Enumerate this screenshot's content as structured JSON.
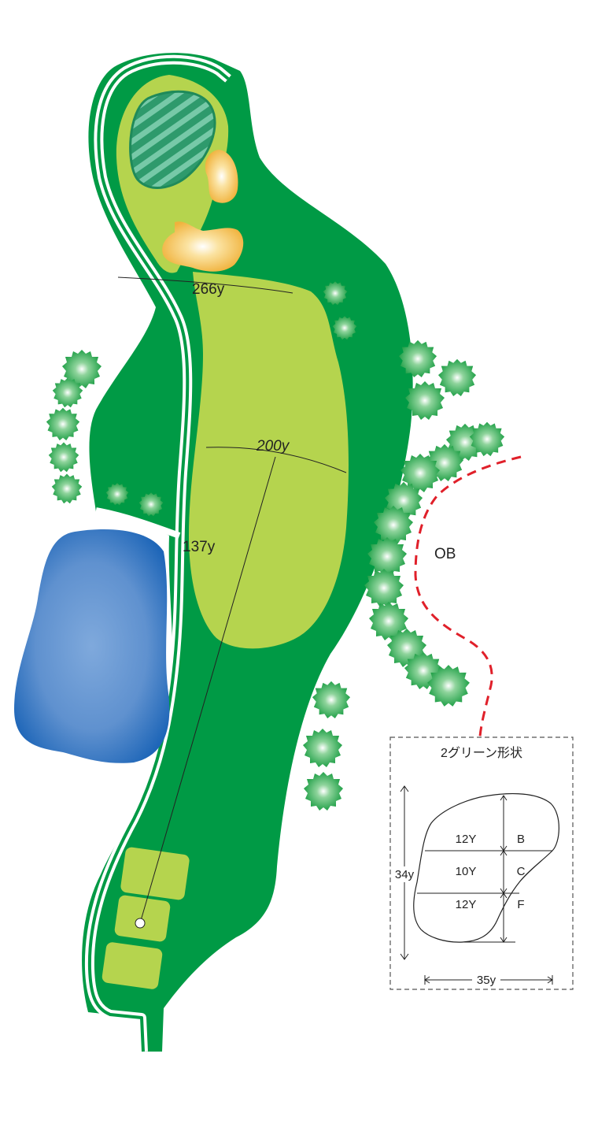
{
  "course_map": {
    "distance_markers": [
      {
        "label": "266y"
      },
      {
        "label": "200y"
      },
      {
        "label": "137y"
      }
    ],
    "ob_label": "OB",
    "colors": {
      "rough": "#009a45",
      "fairway": "#b5d44e",
      "green": "#2e9a6c",
      "bunker": "#f2b843",
      "pond": "#2a6fbf",
      "cart_path": "#ffffff",
      "ob_line": "#e0202a",
      "tree": "#139a3d"
    },
    "tees": 3
  },
  "green_inset": {
    "title": "2グリーン形状",
    "depth_label": "34y",
    "width_label": "35y",
    "rows": [
      {
        "yards": "12Y",
        "zone": "B"
      },
      {
        "yards": "10Y",
        "zone": "C"
      },
      {
        "yards": "12Y",
        "zone": "F"
      }
    ]
  }
}
